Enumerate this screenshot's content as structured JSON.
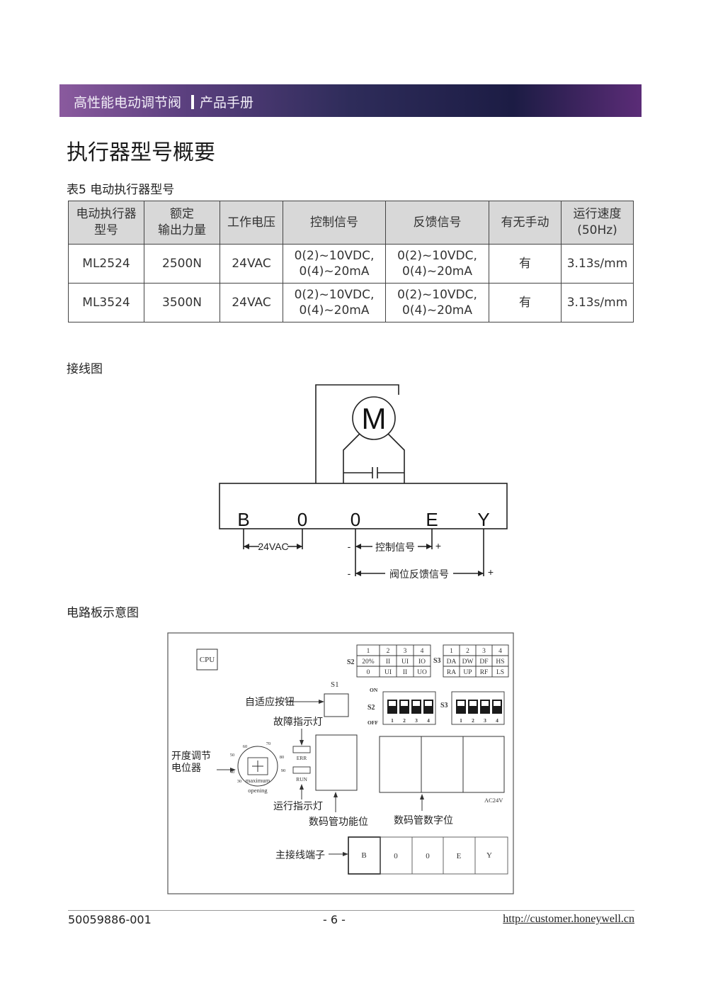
{
  "header": {
    "product": "高性能电动调节阀",
    "section": "产品手册"
  },
  "page_title": "执行器型号概要",
  "table": {
    "caption": "表5 电动执行器型号",
    "headers": [
      [
        "电动执行器",
        "型号"
      ],
      [
        "额定",
        "输出力量"
      ],
      [
        "工作电压"
      ],
      [
        "控制信号"
      ],
      [
        "反馈信号"
      ],
      [
        "有无手动"
      ],
      [
        "运行速度",
        "(50Hz)"
      ]
    ],
    "rows": [
      [
        [
          "ML2524"
        ],
        [
          "2500N"
        ],
        [
          "24VAC"
        ],
        [
          "0(2)~10VDC,",
          "0(4)~20mA"
        ],
        [
          "0(2)~10VDC,",
          "0(4)~20mA"
        ],
        [
          "有"
        ],
        [
          "3.13s/mm"
        ]
      ],
      [
        [
          "ML3524"
        ],
        [
          "3500N"
        ],
        [
          "24VAC"
        ],
        [
          "0(2)~10VDC,",
          "0(4)~20mA"
        ],
        [
          "0(2)~10VDC,",
          "0(4)~20mA"
        ],
        [
          "有"
        ],
        [
          "3.13s/mm"
        ]
      ]
    ]
  },
  "wiring": {
    "caption": "接线图",
    "motor": "M",
    "terminals": [
      "B",
      "0",
      "0",
      "E",
      "Y"
    ],
    "supply_label": "24VAC",
    "control_label": "控制信号",
    "feedback_label": "阀位反馈信号",
    "minus": "-",
    "plus": "+"
  },
  "board": {
    "caption": "电路板示意图",
    "cpu": "CPU",
    "s2_label": "S2",
    "s3_label": "S3",
    "s1_label": "S1",
    "s2_table": {
      "header": [
        "1",
        "2",
        "3",
        "4"
      ],
      "row1": [
        "20%",
        "II",
        "UI",
        "IO"
      ],
      "row2": [
        "0",
        "UI",
        "II",
        "UO"
      ]
    },
    "s3_table": {
      "header": [
        "1",
        "2",
        "3",
        "4"
      ],
      "row1": [
        "DA",
        "DW",
        "DF",
        "HS"
      ],
      "row2": [
        "RA",
        "UP",
        "RF",
        "LS"
      ]
    },
    "switch_on": "ON",
    "switch_off": "OFF",
    "switch_numbers": [
      "1",
      "2",
      "3",
      "4"
    ],
    "adaptive_button": "自适应按钮",
    "fault_led": "故障指示灯",
    "run_led": "运行指示灯",
    "err": "ERR",
    "run": "RUN",
    "pot_label_1": "开度调节",
    "pot_label_2": "电位器",
    "dial_marks": [
      "30",
      "40",
      "50",
      "60",
      "70",
      "80",
      "90"
    ],
    "dial_text_1": "maximum",
    "dial_text_2": "opening",
    "func_display": "数码管功能位",
    "digit_display": "数码管数字位",
    "ac24v": "AC24V",
    "main_terminal": "主接线端子",
    "terminals": [
      "B",
      "0",
      "0",
      "E",
      "Y"
    ]
  },
  "footer": {
    "doc_number": "50059886-001",
    "page": "- 6 -",
    "url": "http://customer.honeywell.cn"
  }
}
